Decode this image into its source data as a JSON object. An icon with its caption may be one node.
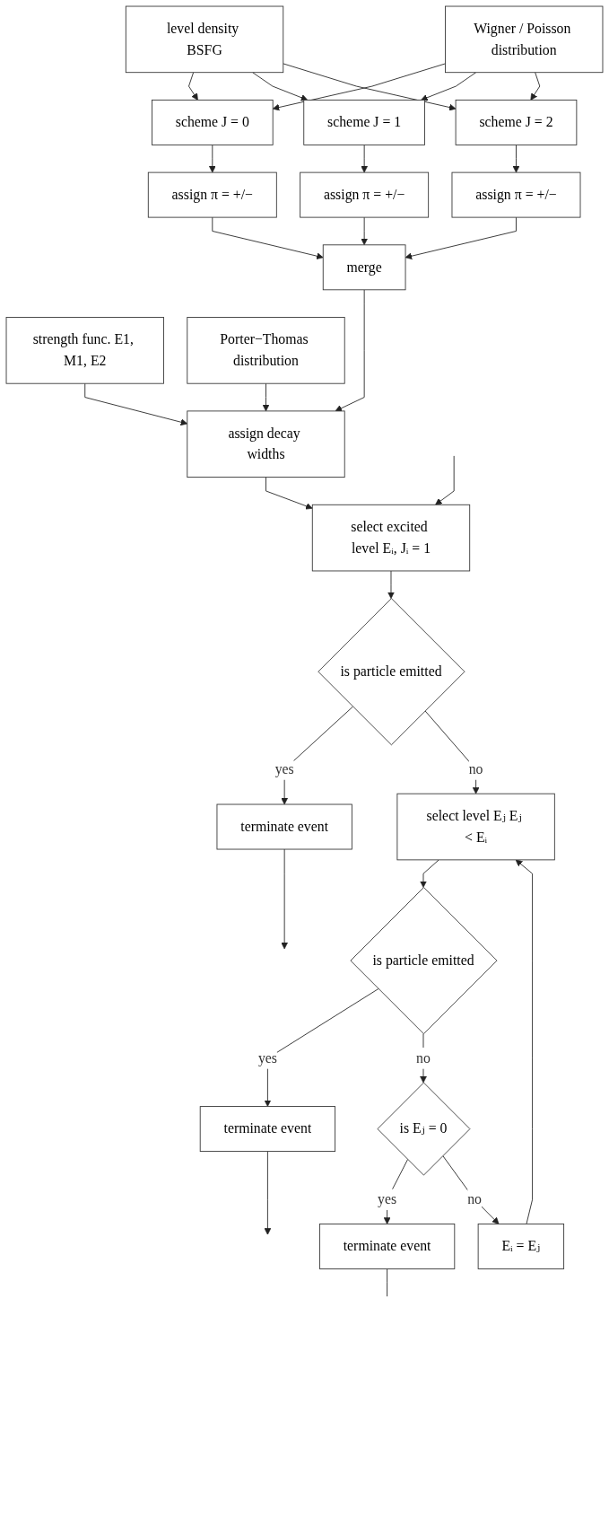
{
  "diagram": {
    "nodes": [
      {
        "text": [
          "level density BSFG"
        ]
      },
      {
        "text": [
          "Wigner / Poisson distribution"
        ]
      },
      {
        "text": [
          "scheme J = 0"
        ]
      },
      {
        "text": [
          "scheme J = 1"
        ]
      },
      {
        "text": [
          "scheme J = 2"
        ]
      },
      {
        "text": [
          "assign π = +/−"
        ]
      },
      {
        "text": [
          "assign π = +/−"
        ]
      },
      {
        "text": [
          "assign π = +/−"
        ]
      },
      {
        "text": [
          "merge"
        ]
      },
      {
        "text": [
          "strength func. E1, M1, E2"
        ]
      },
      {
        "text": [
          "assign decay widths"
        ]
      },
      {
        "text": [
          "Porter−Thomas distribution"
        ]
      },
      {
        "text": [
          "select excited level Eᵢ, Jᵢ = 1"
        ]
      },
      {
        "text": [
          "is particle emitted"
        ]
      },
      {
        "text": [
          "terminate event"
        ]
      },
      {
        "text": [
          "select level Eⱼ Eⱼ < Eᵢ"
        ]
      },
      {
        "text": [
          "is particle emitted"
        ]
      },
      {
        "text": [
          "terminate event"
        ]
      },
      {
        "text": [
          "is Eⱼ = 0"
        ]
      },
      {
        "text": [
          "terminate event"
        ]
      },
      {
        "text": [
          "Eᵢ = Eⱼ"
        ]
      }
    ],
    "edges": [
      {
        "from": 0,
        "to": 2,
        "arrow": "to"
      },
      {
        "from": 0,
        "to": 3,
        "arrow": "to"
      },
      {
        "from": 0,
        "to": 4,
        "arrow": "to"
      },
      {
        "from": 1,
        "to": 2,
        "arrow": "to"
      },
      {
        "from": 1,
        "to": 3,
        "arrow": "to"
      },
      {
        "from": 1,
        "to": 4,
        "arrow": "to"
      },
      {
        "from": 2,
        "to": 5,
        "arrow": "to"
      },
      {
        "from": 3,
        "to": 6,
        "arrow": "to"
      },
      {
        "from": 4,
        "to": 7,
        "arrow": "to"
      },
      {
        "from": 5,
        "to": 8,
        "arrow": "to"
      },
      {
        "from": 6,
        "to": 8,
        "arrow": "to"
      },
      {
        "from": 7,
        "to": 8,
        "arrow": "to"
      },
      {
        "from": 8,
        "to": 10,
        "arrow": "to"
      },
      {
        "from": 9,
        "to": 10,
        "arrow": "to"
      },
      {
        "from": 11,
        "to": 10,
        "arrow": "to"
      },
      {
        "from": 10,
        "to": 12,
        "arrow": "to"
      },
      {
        "from": null,
        "to": 12,
        "arrow": "to"
      },
      {
        "from": 12,
        "to": 13,
        "arrow": "to"
      },
      {
        "from": 13,
        "to": 14,
        "label": "yes",
        "arrow": "to"
      },
      {
        "from": 14,
        "to": null,
        "arrow": "to"
      },
      {
        "from": 13,
        "to": 15,
        "label": "no",
        "arrow": "to"
      },
      {
        "from": 15,
        "to": 16,
        "arrow": "to"
      },
      {
        "from": 16,
        "to": 17,
        "label": "yes",
        "arrow": "to"
      },
      {
        "from": 17,
        "to": null,
        "arrow": "to"
      },
      {
        "from": 16,
        "to": 18,
        "label": "no",
        "arrow": "to"
      },
      {
        "from": 18,
        "to": 19,
        "label": "yes",
        "arrow": "to"
      },
      {
        "from": 19,
        "to": null,
        "arrow": "none"
      },
      {
        "from": 18,
        "to": 20,
        "label": "no",
        "arrow": "to"
      },
      {
        "from": 20,
        "to": 15,
        "arrow": "to"
      }
    ]
  }
}
